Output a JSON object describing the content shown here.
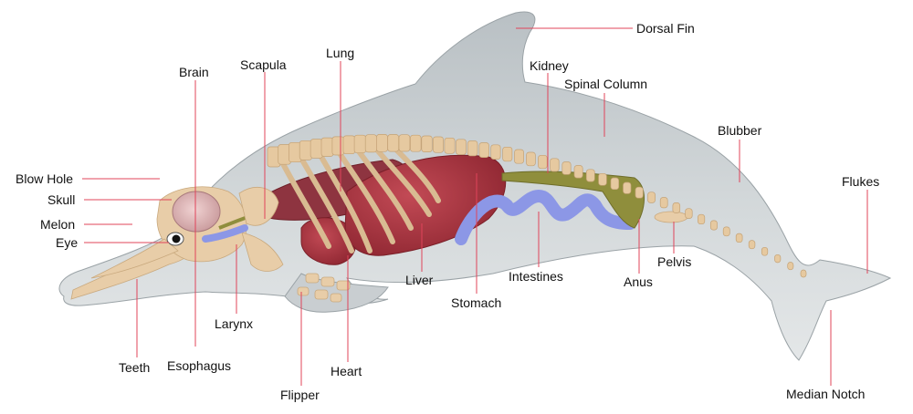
{
  "labels": {
    "dorsal_fin": "Dorsal Fin",
    "brain": "Brain",
    "scapula": "Scapula",
    "lung": "Lung",
    "kidney": "Kidney",
    "spinal_column": "Spinal Column",
    "blubber": "Blubber",
    "flukes": "Flukes",
    "blow_hole": "Blow Hole",
    "skull": "Skull",
    "melon": "Melon",
    "eye": "Eye",
    "teeth": "Teeth",
    "esophagus": "Esophagus",
    "larynx": "Larynx",
    "flipper": "Flipper",
    "heart": "Heart",
    "liver": "Liver",
    "stomach": "Stomach",
    "intestines": "Intestines",
    "anus": "Anus",
    "pelvis": "Pelvis",
    "median_notch": "Median Notch"
  },
  "colors": {
    "body": "#c9ced1",
    "bone": "#e8cda8",
    "organ_red": "#a8323e",
    "intestine_blue": "#8c97e6",
    "kidney_olive": "#8f8e3c",
    "leader_line": "#e0445a"
  }
}
